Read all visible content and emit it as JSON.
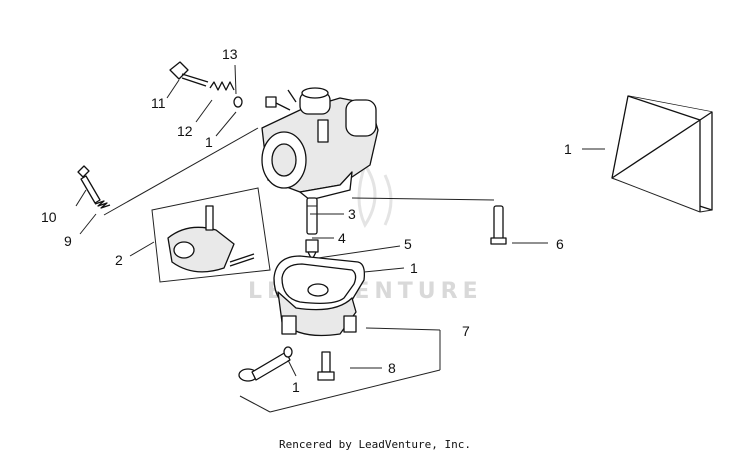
{
  "callouts": {
    "c1a": "1",
    "c1b": "1",
    "c1c": "1",
    "c1d": "1",
    "c2": "2",
    "c3": "3",
    "c4": "4",
    "c5": "5",
    "c6": "6",
    "c7": "7",
    "c8": "8",
    "c9": "9",
    "c10": "10",
    "c11": "11",
    "c12": "12",
    "c13": "13"
  },
  "watermark": "LEADVENTURE",
  "footer": "Rencered by LeadVenture, Inc."
}
